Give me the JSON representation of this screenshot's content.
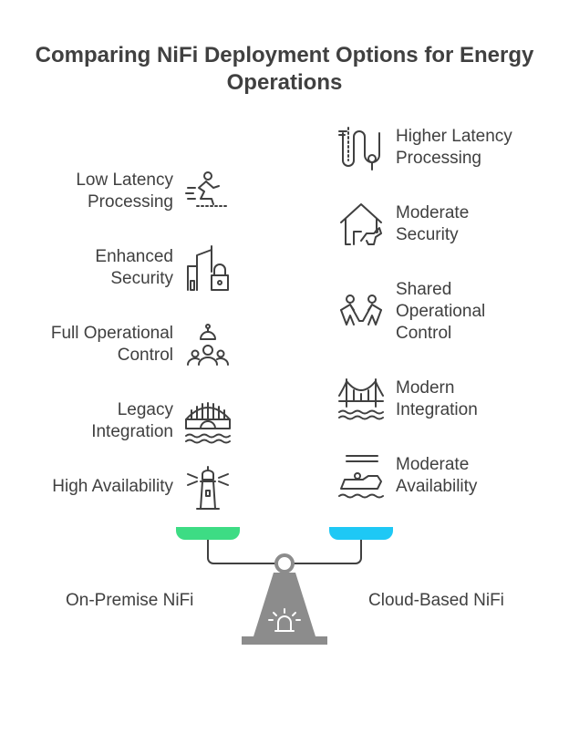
{
  "title": "Comparing NiFi Deployment Options for Energy Operations",
  "left": {
    "base_label": "On-Premise NiFi",
    "pan_color": "#3ddc84",
    "items": [
      {
        "label": "Low Latency Processing",
        "icon": "sprinter-icon"
      },
      {
        "label": "Enhanced Security",
        "icon": "secure-building-icon"
      },
      {
        "label": "Full Operational Control",
        "icon": "team-control-icon"
      },
      {
        "label": "Legacy Integration",
        "icon": "historic-bridge-icon"
      },
      {
        "label": "High Availability",
        "icon": "lighthouse-icon"
      }
    ]
  },
  "right": {
    "base_label": "Cloud-Based NiFi",
    "pan_color": "#1ec8f5",
    "items": [
      {
        "label": "Higher Latency Processing",
        "icon": "winding-path-icon"
      },
      {
        "label": "Moderate Security",
        "icon": "house-with-dog-icon"
      },
      {
        "label": "Shared Operational Control",
        "icon": "people-holding-hands-icon"
      },
      {
        "label": "Modern Integration",
        "icon": "suspension-bridge-icon"
      },
      {
        "label": "Moderate Availability",
        "icon": "boat-on-water-icon"
      }
    ]
  }
}
